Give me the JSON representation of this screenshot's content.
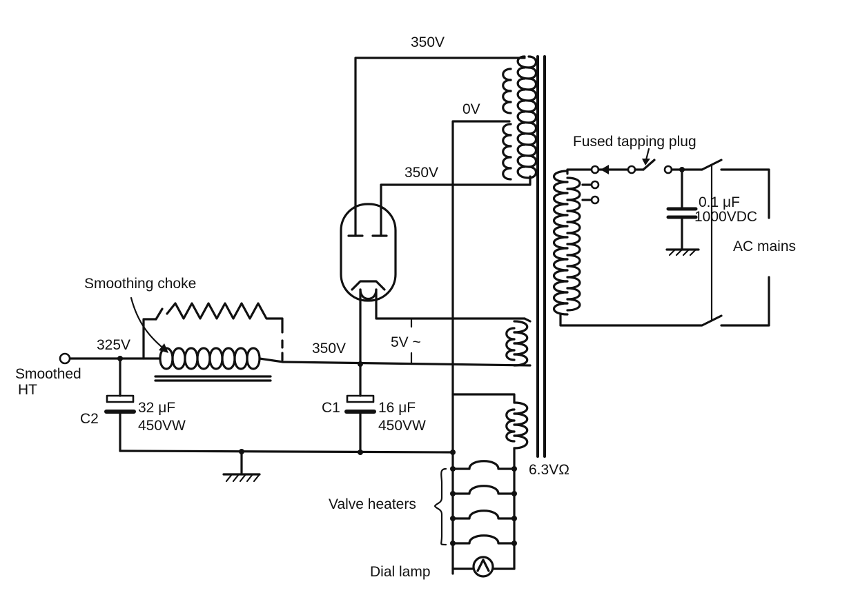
{
  "labels": {
    "sec_top_v": "350V",
    "centre_tap": "0V",
    "sec_mid_v": "350V",
    "fused_plug": "Fused tapping plug",
    "cap_value": "0.1 μF",
    "cap_rating": "1000VDC",
    "ac_mains": "AC mains",
    "choke": "Smoothing choke",
    "ht_v": "325V",
    "rect_v": "350V",
    "fil_v": "5V ~",
    "smoothed": "Smoothed",
    "ht": "HT",
    "c2": "C2",
    "c2_value": "32 μF",
    "c2_rating": "450VW",
    "c1": "C1",
    "c1_value": "16 μF",
    "c1_rating": "450VW",
    "heater_v": "6.3VΩ",
    "valve_heaters": "Valve heaters",
    "dial_lamp": "Dial lamp"
  }
}
